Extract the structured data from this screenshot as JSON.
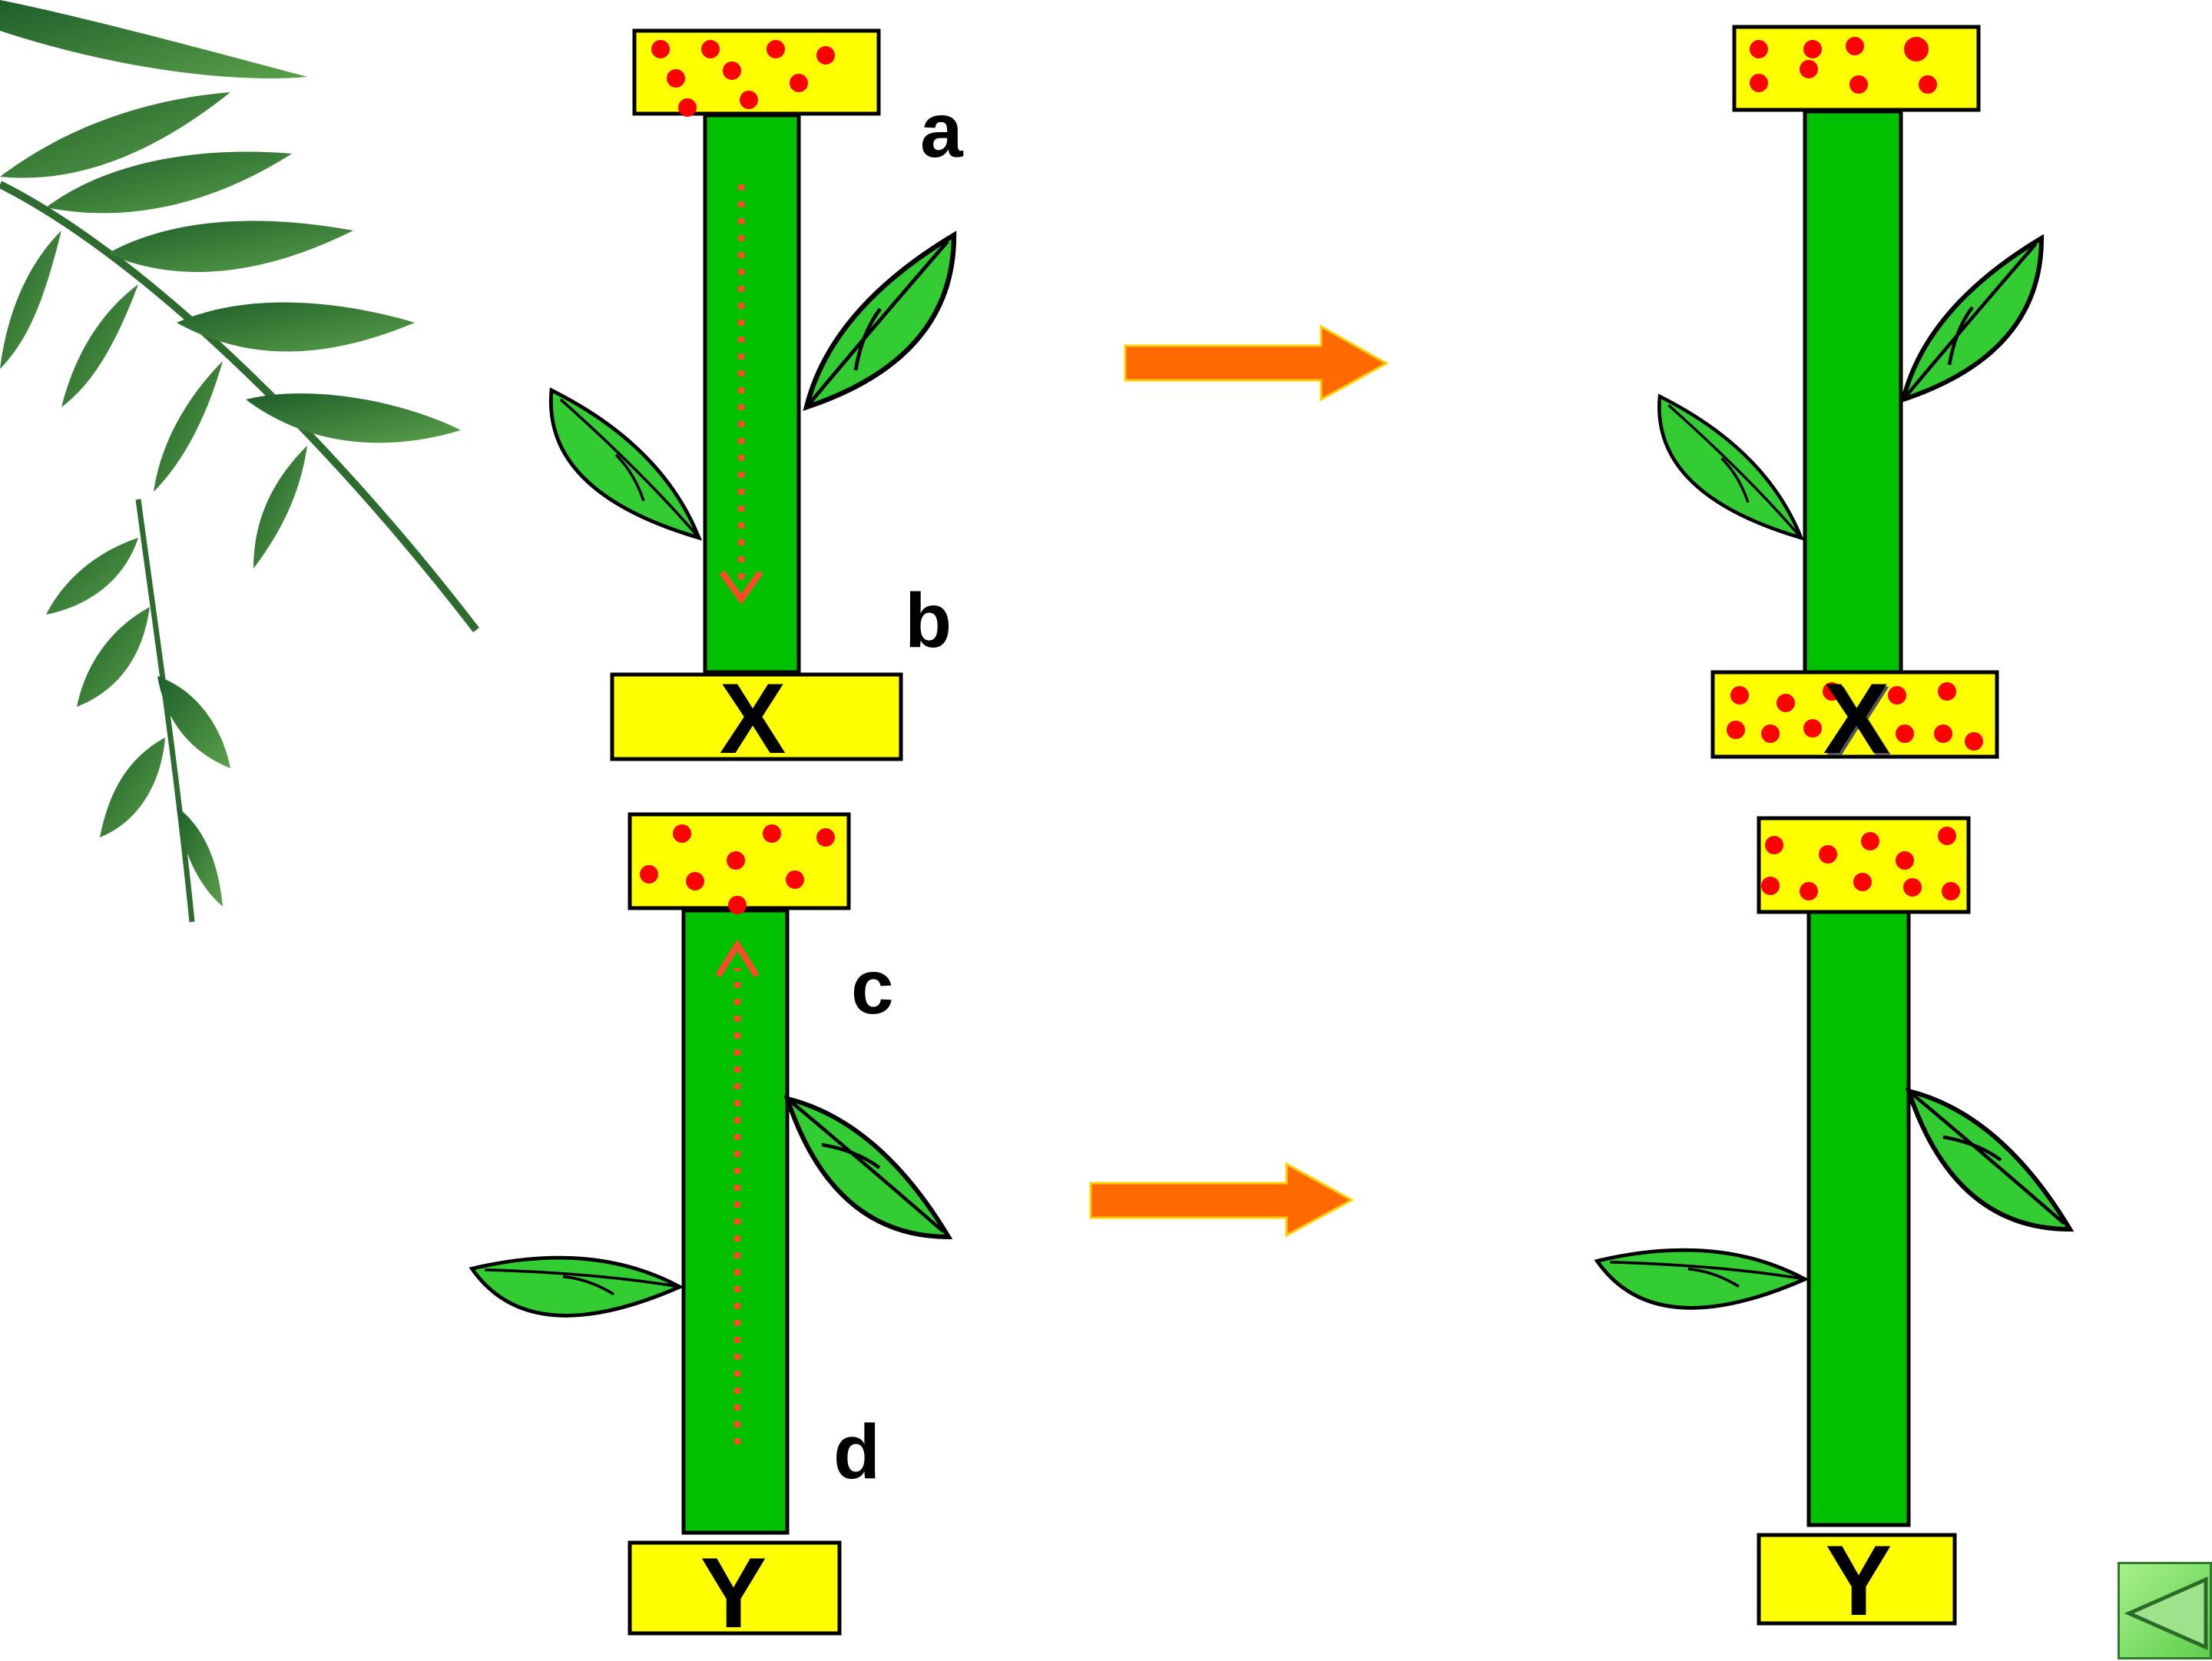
{
  "diagram": {
    "labels": {
      "a": "a",
      "b": "b",
      "c": "c",
      "d": "d",
      "x_left": "X",
      "x_right": "X",
      "y_left": "Y",
      "y_right": "Y"
    },
    "colors": {
      "stem": "#00c000",
      "block": "#ffff00",
      "dot": "#ff0000",
      "transport_arrow": "#ff4a2a",
      "result_arrow": "#ff6a00",
      "leaf": "#33cc33",
      "nav_button": "#7be06a"
    },
    "icons": {
      "decoration": "fern-icon",
      "nav": "back-triangle-icon"
    }
  }
}
